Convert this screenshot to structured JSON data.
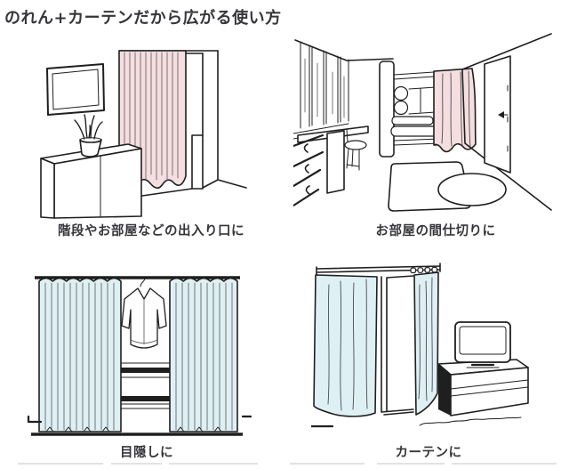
{
  "title": "のれん+カーテンだから広がる使い方",
  "colors": {
    "text": "#36363a",
    "line": "#1f1f1f",
    "pink": "#f5dee0",
    "blue": "#def0f4",
    "divider": "#e2e2e2"
  },
  "panels": [
    {
      "id": "entrance",
      "caption": "階段やお部屋などの出入り口に",
      "alt": "Pink noren curtain hung in a doorway opening beside a sideboard with a potted plant and a framed picture on the wall"
    },
    {
      "id": "partition",
      "caption": "お部屋の間仕切りに",
      "alt": "Pink curtain dividing a room with window curtains, desk, chair, bunk bed, door, rug and round ottoman"
    },
    {
      "id": "privacy",
      "caption": "目隠しに",
      "alt": "Two light blue pleated curtains partly open in front of a closet with a hanging shirt and drawers"
    },
    {
      "id": "curtain",
      "caption": "カーテンに",
      "alt": "Light blue curtains on a rail over a sliding glass door next to a TV on a low cabinet"
    }
  ]
}
